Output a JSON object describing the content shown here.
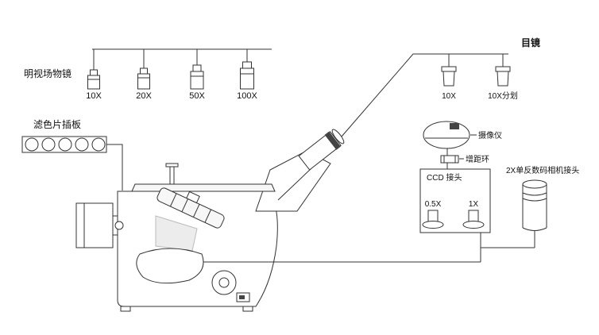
{
  "diagram": {
    "objectives_group": {
      "label": "明视场物镜",
      "items": [
        {
          "label": "10X"
        },
        {
          "label": "20X"
        },
        {
          "label": "50X"
        },
        {
          "label": "100X"
        }
      ]
    },
    "filter_group": {
      "label": "滤色片插板"
    },
    "eyepiece_group": {
      "label": "目镜",
      "items": [
        {
          "label": "10X"
        },
        {
          "label": "10X分划"
        }
      ]
    },
    "camera_group": {
      "camera_label": "摄像仪",
      "extension_ring_label": "增距环",
      "ccd_label": "CCD 接头",
      "adapters": [
        {
          "label": "0.5X"
        },
        {
          "label": "1X"
        }
      ],
      "slr_label": "2X单反数码相机接头"
    },
    "colors": {
      "line": "#333333",
      "text": "#111111",
      "background": "#ffffff"
    }
  }
}
